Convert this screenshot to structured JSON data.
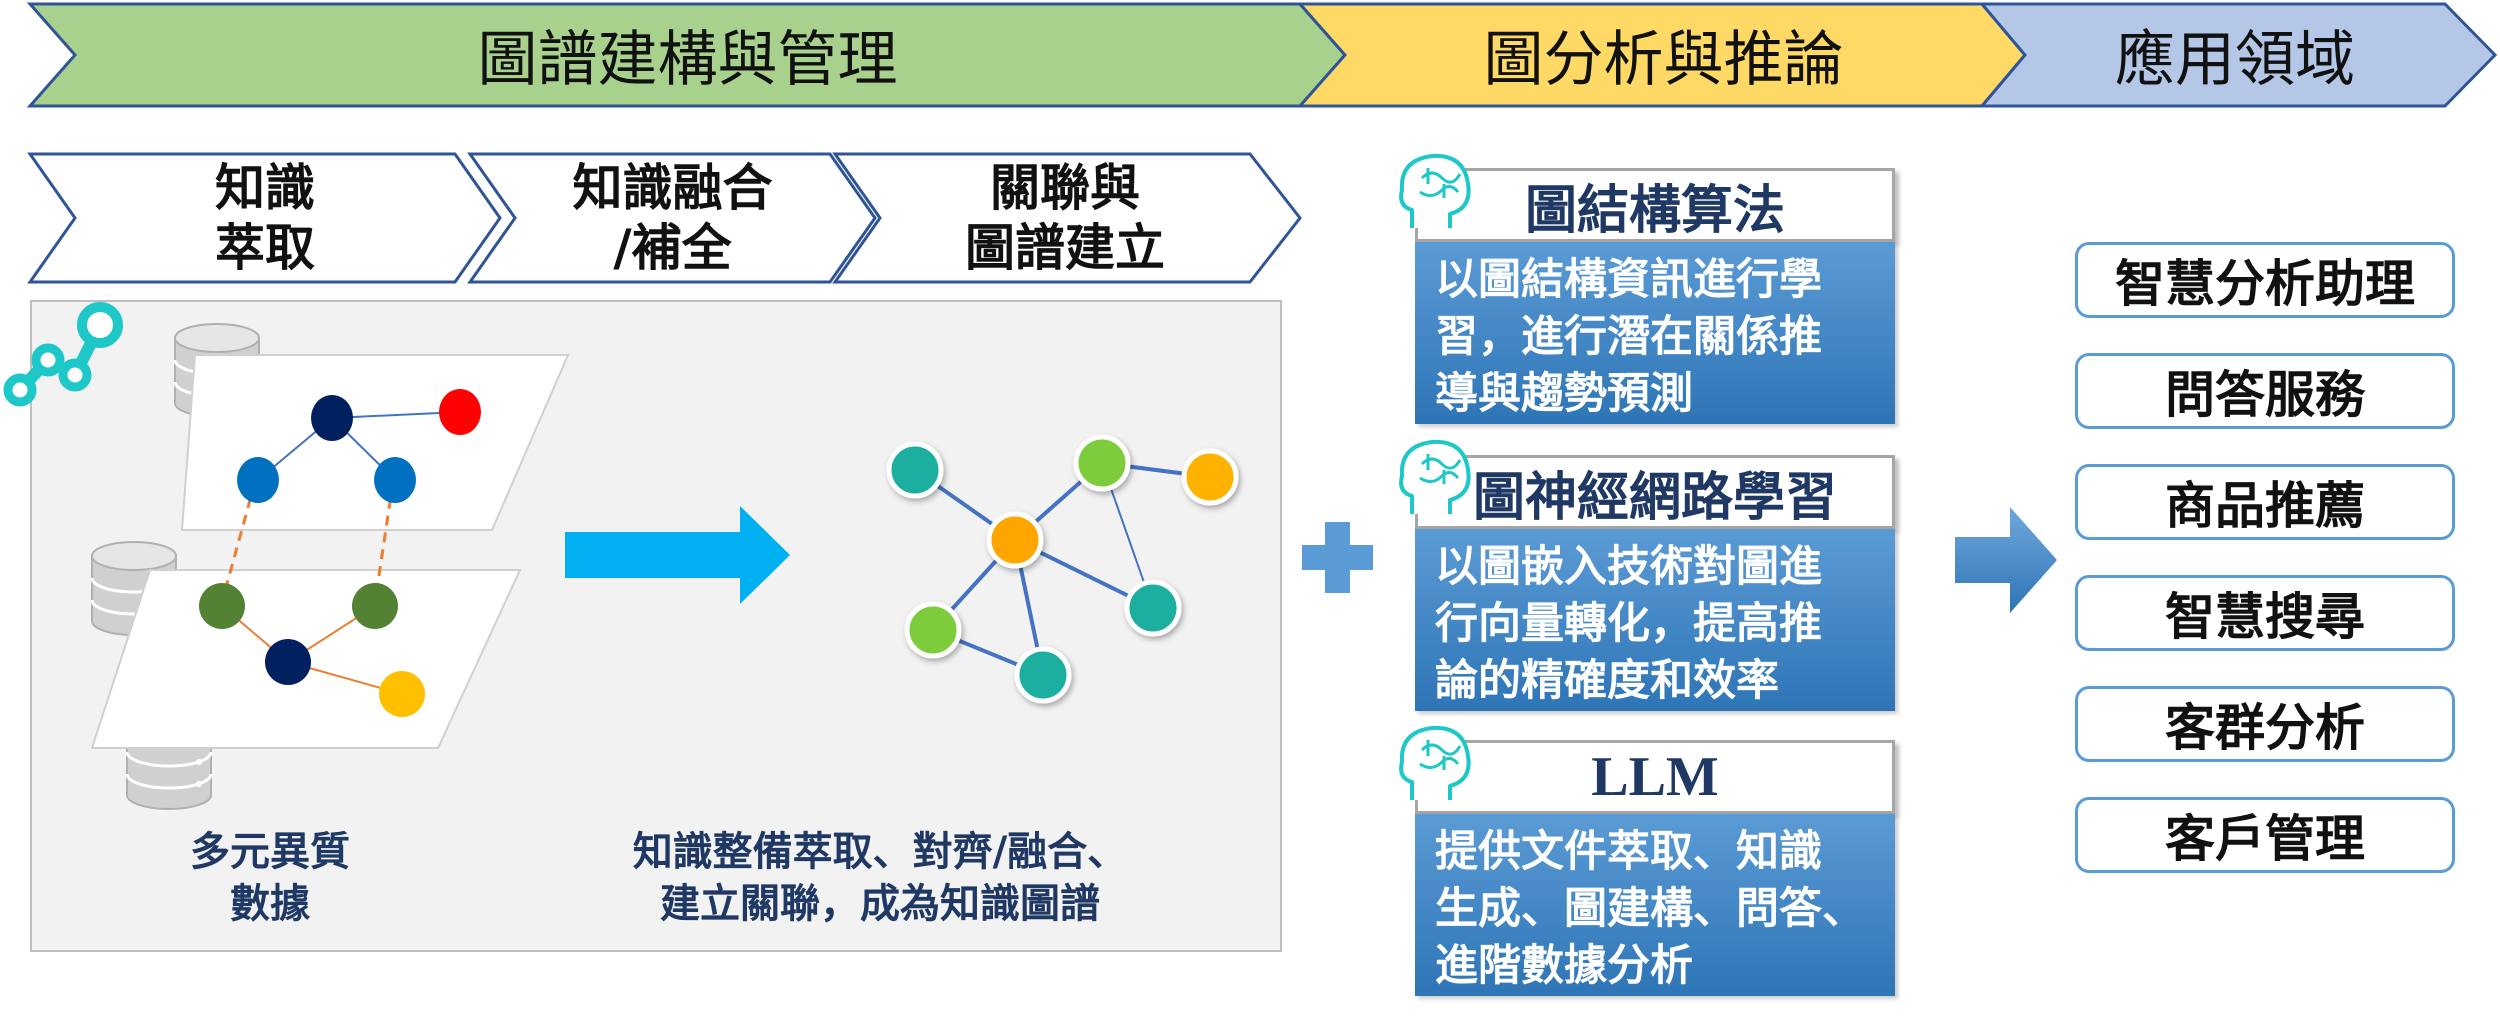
{
  "phases": [
    {
      "label": "圖譜建構與管理",
      "color": "#a9d18e"
    },
    {
      "label": "圖分析與推論",
      "color": "#ffd966"
    },
    {
      "label": "應用領域",
      "color": "#b4c7e7"
    }
  ],
  "steps": [
    {
      "label": "知識\n萃取"
    },
    {
      "label": "知識融合\n/補全"
    },
    {
      "label": "關聯與\n圖譜建立"
    }
  ],
  "captions": {
    "sources": "多元異質\n數據",
    "process": "知識整備萃取、對齊/融合、\n建立關聯，成為知識圖譜"
  },
  "algorithms": [
    {
      "title": "圖結構算法",
      "desc": "以圖結構資訊進行學\n習，進行潛在關係推\n導與趨勢預測"
    },
    {
      "title": "圖神經網路學習",
      "desc": "以圖嵌入技術對圖進\n行向量轉化，提高推\n論的精確度和效率"
    },
    {
      "title": "LLM",
      "desc": "提供文件萃取、知識\n生成、圖建構、問答、\n進階數據分析"
    }
  ],
  "applications": [
    "智慧分析助理",
    "問答服務",
    "商品推薦",
    "智慧搜尋",
    "客群分析",
    "客戶管理"
  ],
  "colors": {
    "node_navy": "#002060",
    "node_blue": "#0070c0",
    "node_red": "#ff0000",
    "node_green": "#548235",
    "node_yellow": "#ffc000",
    "teal": "#1aae9f",
    "lime": "#7ccc3a",
    "orange": "#ffa500",
    "arrow_cyan": "#00b0f0",
    "accent_blue": "#5b9bd5"
  }
}
